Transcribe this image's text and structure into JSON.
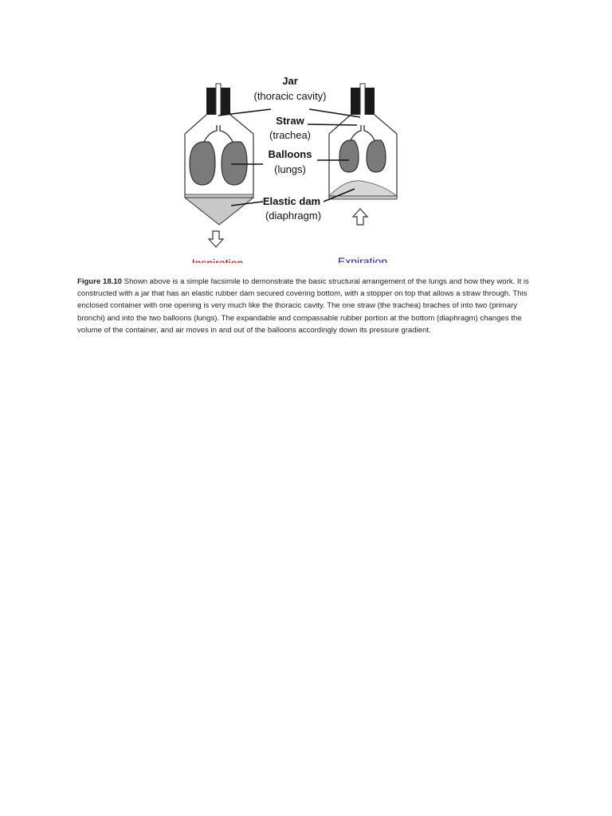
{
  "labels": {
    "jar": "Jar",
    "jar_sub": "(thoracic cavity)",
    "straw": "Straw",
    "straw_sub": "(trachea)",
    "balloons": "Balloons",
    "balloons_sub": "(lungs)",
    "dam": "Elastic dam",
    "dam_sub": "(diaphragm)"
  },
  "phases": {
    "inspiration": "Inspiration",
    "expiration": "Expiration",
    "inspiration_color": "#c00000",
    "expiration_color": "#1f1fd0"
  },
  "caption": {
    "label": "Figure 18.10",
    "text": " Shown above is a simple facsimile to demonstrate the basic structural arrangement of the lungs and how they work. It is constructed with a jar that has an elastic rubber dam secured covering bottom, with a stopper on top that allows a straw through. This enclosed container with one opening is very much like the thoracic cavity. The one straw (the trachea) braches of into two (primary bronchi) and into the two balloons (lungs). The expandable and compassable rubber portion at the bottom (diaphragm) changes the volume of the container, and air moves in and out of the balloons accordingly down its pressure gradient."
  },
  "colors": {
    "balloon": "#7a7a7a",
    "dam": "#c8c8c8",
    "stopper": "#1a1a1a",
    "outline": "#333333"
  }
}
